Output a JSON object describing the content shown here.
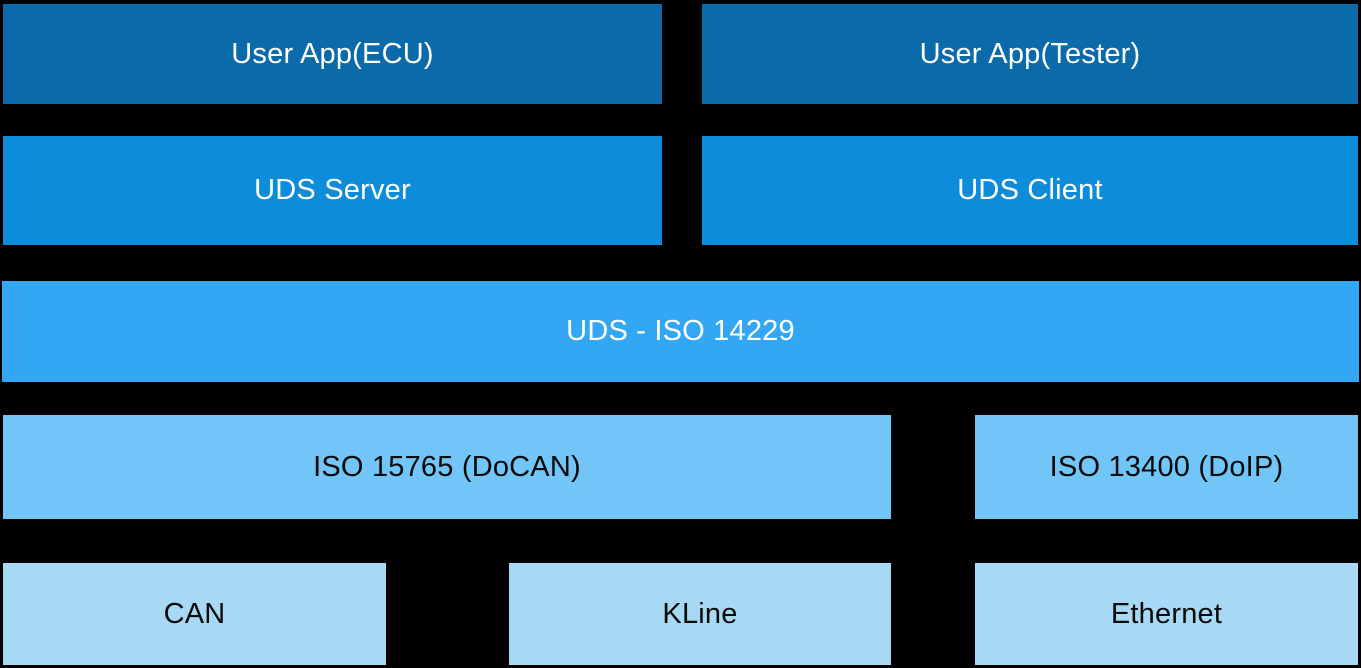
{
  "colors": {
    "background": "#000000",
    "layer_app": "#0b6aa9",
    "layer_uds_endpoint": "#0d8cda",
    "layer_uds": "#33a7f3",
    "layer_transport": "#72c5f7",
    "layer_physical": "#a7d9f5",
    "text_on_dark": "#ffffff",
    "text_on_light": "#0a0a0a"
  },
  "layers": [
    {
      "row": 1,
      "boxes": [
        {
          "id": "user_app_ecu",
          "label": "User App(ECU)"
        },
        {
          "id": "user_app_tester",
          "label": "User App(Tester)"
        }
      ]
    },
    {
      "row": 2,
      "boxes": [
        {
          "id": "uds_server",
          "label": "UDS Server"
        },
        {
          "id": "uds_client",
          "label": "UDS Client"
        }
      ]
    },
    {
      "row": 3,
      "boxes": [
        {
          "id": "uds_iso14229",
          "label": "UDS - ISO 14229"
        }
      ]
    },
    {
      "row": 4,
      "boxes": [
        {
          "id": "iso_15765_docan",
          "label": "ISO 15765 (DoCAN)"
        },
        {
          "id": "iso_13400_doip",
          "label": "ISO 13400 (DoIP)"
        }
      ]
    },
    {
      "row": 5,
      "boxes": [
        {
          "id": "can",
          "label": "CAN"
        },
        {
          "id": "kline",
          "label": "KLine"
        },
        {
          "id": "ethernet",
          "label": "Ethernet"
        }
      ]
    }
  ]
}
